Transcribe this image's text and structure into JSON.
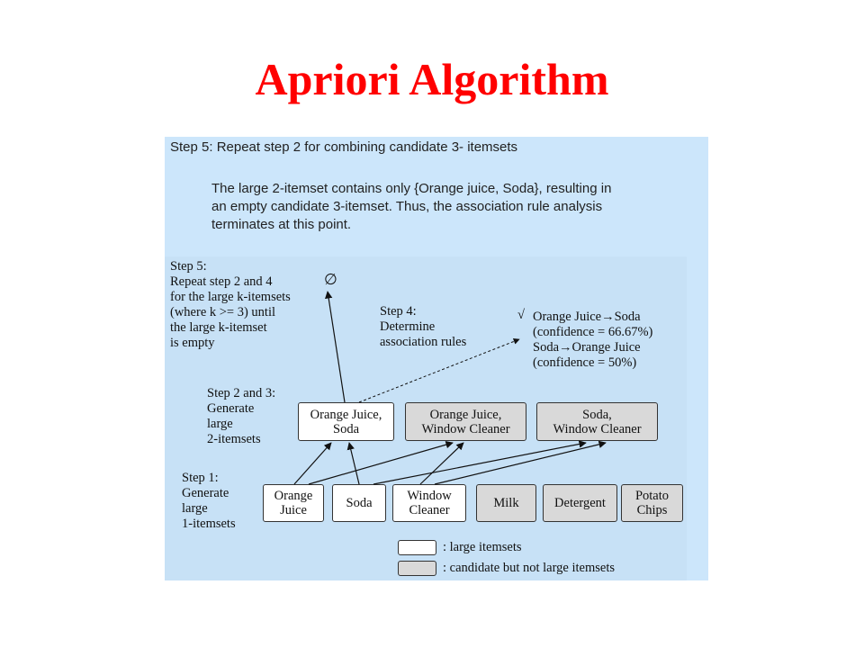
{
  "title": "Apriori Algorithm",
  "step5_header": "Step 5: Repeat step 2 for combining candidate 3- itemsets",
  "step5_description": [
    "The large 2-itemset contains only {Orange juice, Soda}, resulting in",
    "an empty candidate 3-itemset. Thus, the association rule analysis",
    "terminates at this point."
  ],
  "diagram": {
    "step5_label": [
      "Step 5:",
      "Repeat step 2 and 4",
      "for the large k-itemsets",
      "(where k >= 3) until",
      "the large k-itemset",
      "is empty"
    ],
    "empty_set_symbol": "∅",
    "step4_label": [
      "Step 4:",
      "Determine",
      "association rules"
    ],
    "check_mark": "√",
    "rules": [
      "Orange Juice→Soda",
      "(confidence = 66.67%)",
      "Soda→Orange Juice",
      "(confidence = 50%)"
    ],
    "step23_label": [
      "Step 2 and 3:",
      "Generate",
      "large",
      "2-itemsets"
    ],
    "step1_label": [
      "Step 1:",
      "Generate",
      "large",
      "1-itemsets"
    ],
    "two_itemsets": [
      {
        "label": "Orange Juice,\nSoda",
        "status": "large"
      },
      {
        "label": "Orange Juice,\nWindow Cleaner",
        "status": "candidate"
      },
      {
        "label": "Soda,\nWindow Cleaner",
        "status": "candidate"
      }
    ],
    "one_itemsets": [
      {
        "label": "Orange\nJuice",
        "status": "large"
      },
      {
        "label": "Soda",
        "status": "large"
      },
      {
        "label": "Window\nCleaner",
        "status": "large"
      },
      {
        "label": "Milk",
        "status": "candidate"
      },
      {
        "label": "Detergent",
        "status": "candidate"
      },
      {
        "label": "Potato\nChips",
        "status": "candidate"
      }
    ],
    "legend": [
      {
        "label": ": large itemsets",
        "status": "large"
      },
      {
        "label": ": candidate but not large itemsets",
        "status": "candidate"
      }
    ]
  },
  "colors": {
    "title": "#ff0000",
    "panel_background": "#cce6fb",
    "large_itemset_fill": "#ffffff",
    "candidate_itemset_fill": "#d9d9d9"
  }
}
